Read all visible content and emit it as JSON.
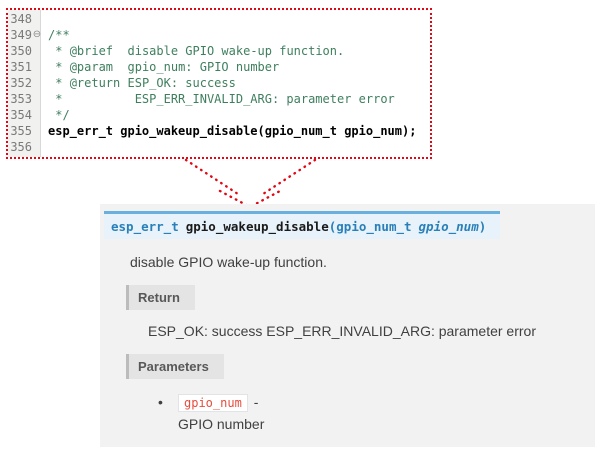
{
  "editor": {
    "lines": [
      {
        "num": "348",
        "fold": "",
        "segments": []
      },
      {
        "num": "349",
        "fold": "⊖",
        "segments": [
          {
            "text": "/**",
            "type": "comment"
          }
        ]
      },
      {
        "num": "350",
        "fold": "",
        "segments": [
          {
            "text": " * ",
            "type": "comment"
          },
          {
            "text": "@brief",
            "type": "tag"
          },
          {
            "text": "  disable GPIO wake-up function.",
            "type": "comment"
          }
        ]
      },
      {
        "num": "351",
        "fold": "",
        "segments": [
          {
            "text": " * ",
            "type": "comment"
          },
          {
            "text": "@param",
            "type": "tag"
          },
          {
            "text": "  gpio_num: GPIO number",
            "type": "comment"
          }
        ]
      },
      {
        "num": "352",
        "fold": "",
        "segments": [
          {
            "text": " * ",
            "type": "comment"
          },
          {
            "text": "@return",
            "type": "tag"
          },
          {
            "text": " ESP_OK: success",
            "type": "comment"
          }
        ]
      },
      {
        "num": "353",
        "fold": "",
        "segments": [
          {
            "text": " *          ESP_ERR_INVALID_ARG: parameter error",
            "type": "comment"
          }
        ]
      },
      {
        "num": "354",
        "fold": "",
        "segments": [
          {
            "text": " */",
            "type": "comment"
          }
        ]
      },
      {
        "num": "355",
        "fold": "",
        "segments": [
          {
            "text": "esp_err_t gpio_wakeup_disable(gpio_num_t gpio_num);",
            "type": "code"
          }
        ]
      },
      {
        "num": "356",
        "fold": "",
        "segments": []
      }
    ]
  },
  "doc": {
    "signature": {
      "return_type": "esp_err_t",
      "name": "gpio_wakeup_disable",
      "open_paren": "(",
      "param_type": "gpio_num_t",
      "param_name": "gpio_num",
      "close_paren": ")"
    },
    "brief": "disable GPIO wake-up function.",
    "return_section": {
      "header": "Return",
      "text": "ESP_OK: success ESP_ERR_INVALID_ARG: parameter error"
    },
    "parameters_section": {
      "header": "Parameters",
      "bullet": "•",
      "param_name": "gpio_num",
      "separator": "-",
      "description": "GPIO number"
    }
  },
  "colors": {
    "annotation_red": "#e30613",
    "comment_green": "#3f7f5f",
    "doc_link_blue": "#2980b9",
    "signature_bg": "#e7f2fa",
    "signature_border": "#6ab0de",
    "panel_gray": "#f2f2f2",
    "rubric_bg": "#e4e4e4",
    "chip_red": "#e74c3c"
  }
}
